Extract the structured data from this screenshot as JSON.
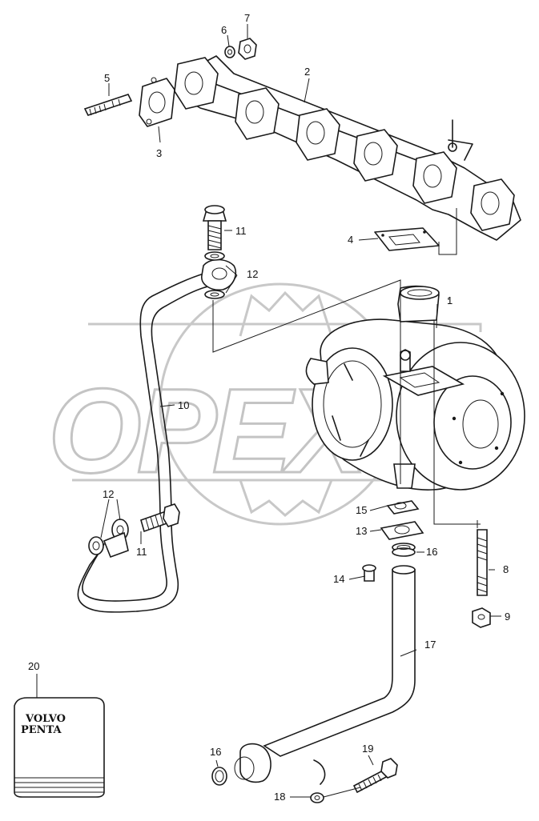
{
  "watermark": {
    "text": "OPEX"
  },
  "callouts": {
    "c1": "1",
    "c2": "2",
    "c3": "3",
    "c4": "4",
    "c5": "5",
    "c6": "6",
    "c7": "7",
    "c8": "8",
    "c9": "9",
    "c10": "10",
    "c11a": "11",
    "c11b": "11",
    "c12a": "12",
    "c12b": "12",
    "c13": "13",
    "c14": "14",
    "c15": "15",
    "c16a": "16",
    "c16b": "16",
    "c17": "17",
    "c18": "18",
    "c19": "19",
    "c20": "20"
  },
  "manual": {
    "brand_line1": "VOLVO",
    "brand_line2": "PENTA"
  }
}
